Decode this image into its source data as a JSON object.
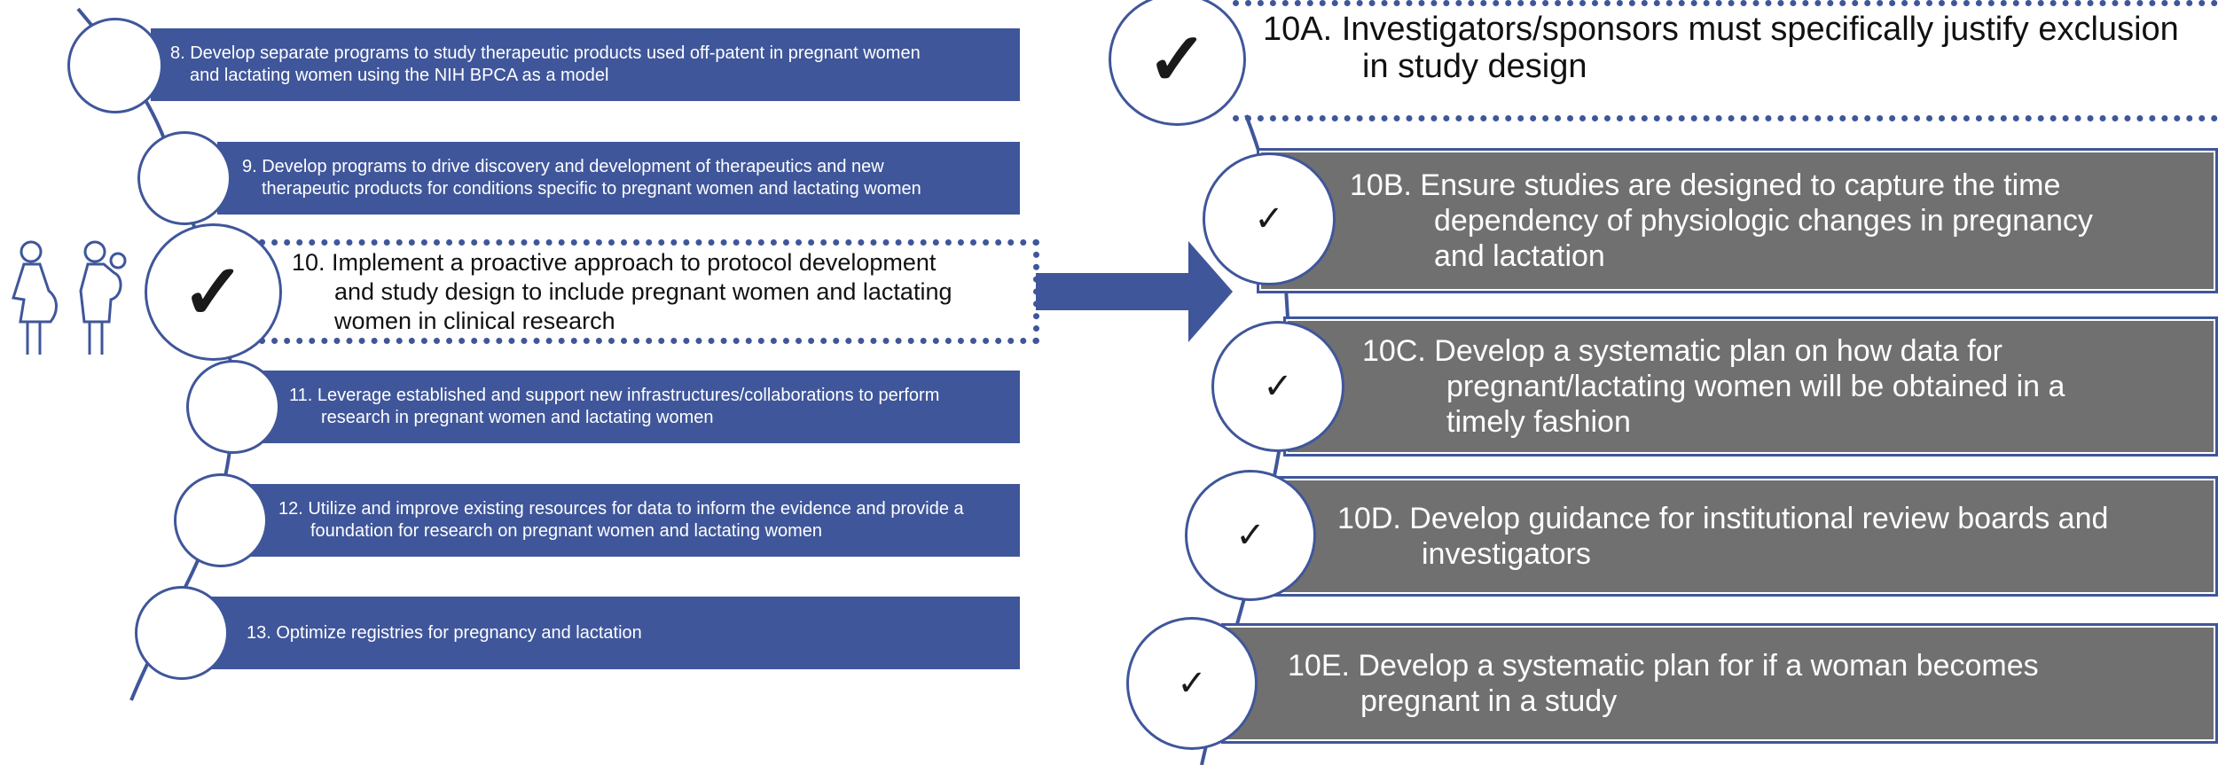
{
  "left_items": [
    {
      "text": "8. Develop separate programs to study therapeutic products used off-patent in pregnant women",
      "cont": "and lactating women using the NIH BPCA as a model"
    },
    {
      "text": "9. Develop programs to drive discovery and development of therapeutics and new",
      "cont": "therapeutic products for conditions specific to pregnant women and lactating women"
    },
    {
      "text": "11. Leverage established and support new infrastructures/collaborations to perform",
      "cont": "research in pregnant women and lactating women"
    },
    {
      "text": "12. Utilize and improve existing resources for data to inform the evidence and provide a",
      "cont": "foundation for research on pregnant women and lactating women"
    },
    {
      "text": "13. Optimize registries for pregnancy and lactation",
      "cont": ""
    }
  ],
  "highlight": {
    "line1": "10. Implement a proactive approach to protocol development",
    "line2": "and study design to include pregnant women and lactating",
    "line3": "women in clinical research",
    "check": "✓"
  },
  "right_items": [
    {
      "id": "10A",
      "line1": "10A.  Investigators/sponsors must specifically justify exclusion",
      "line2": "in study design",
      "check": "✓"
    },
    {
      "id": "10B",
      "line1": "10B. Ensure studies are designed to capture the time",
      "line2": "dependency of physiologic changes in pregnancy",
      "line3": "and lactation",
      "check": "✓"
    },
    {
      "id": "10C",
      "line1": "10C. Develop a systematic plan on how data for",
      "line2": "pregnant/lactating women will be obtained in a",
      "line3": "timely fashion",
      "check": "✓"
    },
    {
      "id": "10D",
      "line1": "10D. Develop guidance for institutional review boards and",
      "line2": "investigators",
      "check": "✓"
    },
    {
      "id": "10E",
      "line1": "10E. Develop a systematic plan for if a woman becomes",
      "line2": "pregnant in a study",
      "check": "✓"
    }
  ],
  "colors": {
    "accent": "#3f569a",
    "gray": "#707070"
  },
  "icons": [
    "pregnant-woman-icon",
    "mother-with-child-icon",
    "arrow-right-icon"
  ]
}
